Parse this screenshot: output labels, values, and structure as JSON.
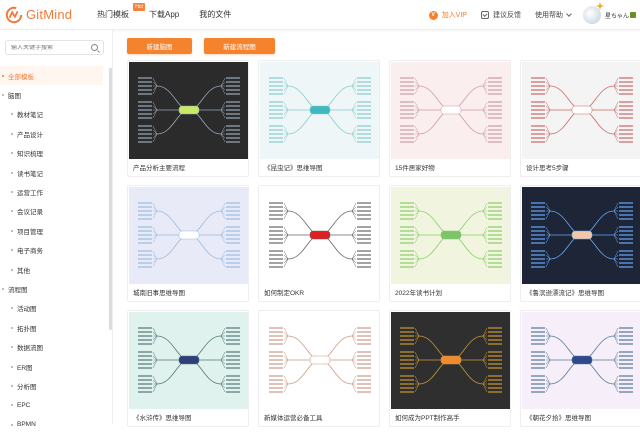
{
  "header": {
    "logo_text": "GitMind",
    "nav": [
      {
        "label": "热门模板",
        "badge": "Hot"
      },
      {
        "label": "下载App"
      },
      {
        "label": "我的文件"
      }
    ],
    "vip_label": "加入VIP",
    "feedback_label": "建议反馈",
    "help_label": "使用帮助",
    "username": "星ちゃん"
  },
  "sidebar": {
    "search_placeholder": "输入关键字搜索",
    "items": [
      {
        "label": "全部模板",
        "level": 0,
        "active": true
      },
      {
        "label": "脑图",
        "level": 0
      },
      {
        "label": "教材笔记",
        "level": 1
      },
      {
        "label": "产品设计",
        "level": 1
      },
      {
        "label": "知识梳理",
        "level": 1
      },
      {
        "label": "读书笔记",
        "level": 1
      },
      {
        "label": "运营工作",
        "level": 1
      },
      {
        "label": "会议记录",
        "level": 1
      },
      {
        "label": "项目管理",
        "level": 1
      },
      {
        "label": "电子商务",
        "level": 1
      },
      {
        "label": "其他",
        "level": 1
      },
      {
        "label": "流程图",
        "level": 0
      },
      {
        "label": "活动图",
        "level": 1
      },
      {
        "label": "拓扑图",
        "level": 1
      },
      {
        "label": "数据流图",
        "level": 1
      },
      {
        "label": "ER图",
        "level": 1
      },
      {
        "label": "分析图",
        "level": 1
      },
      {
        "label": "EPC",
        "level": 1
      },
      {
        "label": "BPMN",
        "level": 1
      }
    ]
  },
  "main": {
    "new_mindmap_label": "新建脑图",
    "new_flowchart_label": "新建流程图",
    "cards": [
      {
        "title": "产品分析主要流程",
        "bg": "#2b2b2b",
        "line": "#9ab",
        "center": "#c8e86a"
      },
      {
        "title": "《昆虫记》思维导图",
        "bg": "#eef6f7",
        "line": "#8cc",
        "center": "#3fb8c0"
      },
      {
        "title": "15件居家好物",
        "bg": "#fbeeee",
        "line": "#c9a",
        "center": "#ffffff"
      },
      {
        "title": "设计思考5步骤",
        "bg": "#f4f4f4",
        "line": "#c66",
        "center": "#ffffff"
      },
      {
        "title": "城南旧事思维导图",
        "bg": "#e9eaf8",
        "line": "#9bd",
        "center": "#ffffff"
      },
      {
        "title": "如何制定OKR",
        "bg": "#ffffff",
        "line": "#666",
        "center": "#e02020"
      },
      {
        "title": "2022年读书计划",
        "bg": "#f1f5e0",
        "line": "#8c6",
        "center": "#7cc46a"
      },
      {
        "title": "《鲁滨逊漂流记》思维导图",
        "bg": "#1e2536",
        "line": "#6af",
        "center": "#f0c8a8"
      },
      {
        "title": "《水浒传》思维导图",
        "bg": "#dff2ee",
        "line": "#577",
        "center": "#2f3f7a"
      },
      {
        "title": "新媒体运营必备工具",
        "bg": "#ffffff",
        "line": "#c98",
        "center": "#ffffff"
      },
      {
        "title": "如何成为PPT制作高手",
        "bg": "#2f2f2f",
        "line": "#c93",
        "center": "#f08a30"
      },
      {
        "title": "《朝花夕拾》思维导图",
        "bg": "#f6eef8",
        "line": "#579",
        "center": "#2f4a8a"
      }
    ]
  }
}
